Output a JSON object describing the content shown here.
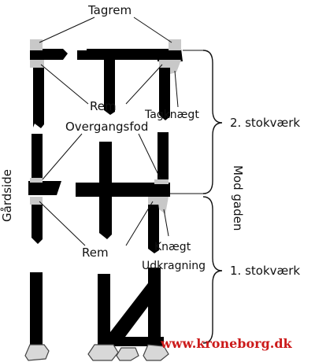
{
  "labels": {
    "tagrem": "Tagrem",
    "rem_upper": "Rem",
    "tagknaegt": "Tagknægt",
    "overgangsfod": "Overgangsfod",
    "gaardside": "Gårdside",
    "rem_lower": "Rem",
    "knaegt": "Knægt",
    "udkragning": "Udkragning",
    "stokvaerk_2": "2. stokværk",
    "stokvaerk_1": "1. stokværk",
    "mod_gaden": "Mod gaden",
    "website": "www.kroneborg.dk"
  },
  "colors": {
    "timber": "#000000",
    "joint": "#c8c8c8",
    "stone": "#d8d8d8",
    "website": "#cc1a1a"
  }
}
